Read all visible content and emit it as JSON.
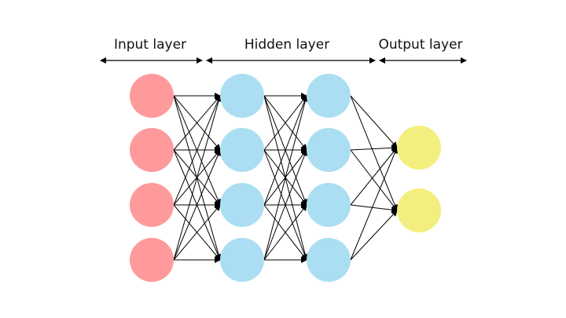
{
  "labels": {
    "input": "Input layer",
    "hidden": "Hidden layer",
    "output": "Output layer"
  },
  "layers": [
    {
      "role": "input",
      "neurons": 4,
      "color": "#fe9a9b"
    },
    {
      "role": "hidden",
      "neurons": 4,
      "color": "#abdef2"
    },
    {
      "role": "hidden",
      "neurons": 4,
      "color": "#abdef2"
    },
    {
      "role": "output",
      "neurons": 2,
      "color": "#f3ef7e"
    }
  ],
  "edge_color": "#000000"
}
